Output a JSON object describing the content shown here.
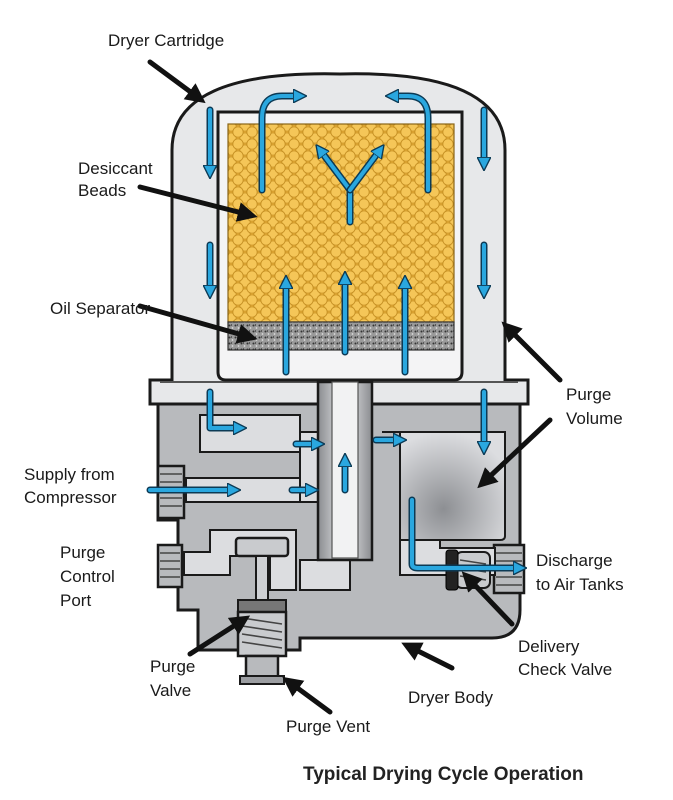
{
  "labels": {
    "dryer_cartridge": "Dryer Cartridge",
    "desiccant_1": "Desiccant",
    "desiccant_2": "Beads",
    "oil_separator": "Oil Separator",
    "supply_1": "Supply from",
    "supply_2": "Compressor",
    "purge_control_1": "Purge",
    "purge_control_2": "Control",
    "purge_control_3": "Port",
    "purge_volume_1": "Purge",
    "purge_volume_2": "Volume",
    "discharge_1": "Discharge",
    "discharge_2": "to Air Tanks",
    "delivery_1": "Delivery",
    "delivery_2": "Check Valve",
    "purge_valve_1": "Purge",
    "purge_valve_2": "Valve",
    "dryer_body": "Dryer Body",
    "purge_vent": "Purge Vent"
  },
  "caption": "Typical Drying Cycle Operation",
  "colors": {
    "desiccant": "#f0b43c",
    "air_flow": "#2aa7df",
    "cartridge": "#e6e6e8",
    "body": "#b9bbbe"
  }
}
